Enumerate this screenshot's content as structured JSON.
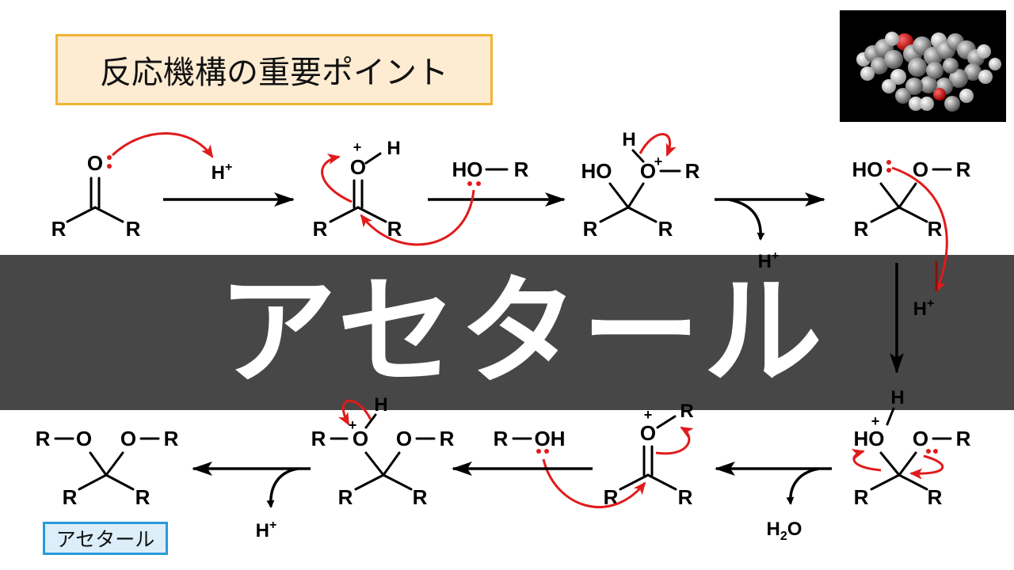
{
  "title": "反応機構の重要ポイント",
  "banner": "アセタール",
  "tag": "アセタール",
  "labels": {
    "R": "R",
    "O": "O",
    "H": "H",
    "HO": "HO",
    "OH": "OH",
    "plus": "+",
    "H_plus_H": "H",
    "H2O_H": "H",
    "H2O_2": "2",
    "H2O_O": "O"
  },
  "colors": {
    "title_bg": "#fdebd2",
    "title_border": "#f2b530",
    "banner_bg": "#474747",
    "tag_bg": "#dbeef9",
    "tag_border": "#2a9ad8",
    "electron_arrow": "#e01b1b"
  }
}
